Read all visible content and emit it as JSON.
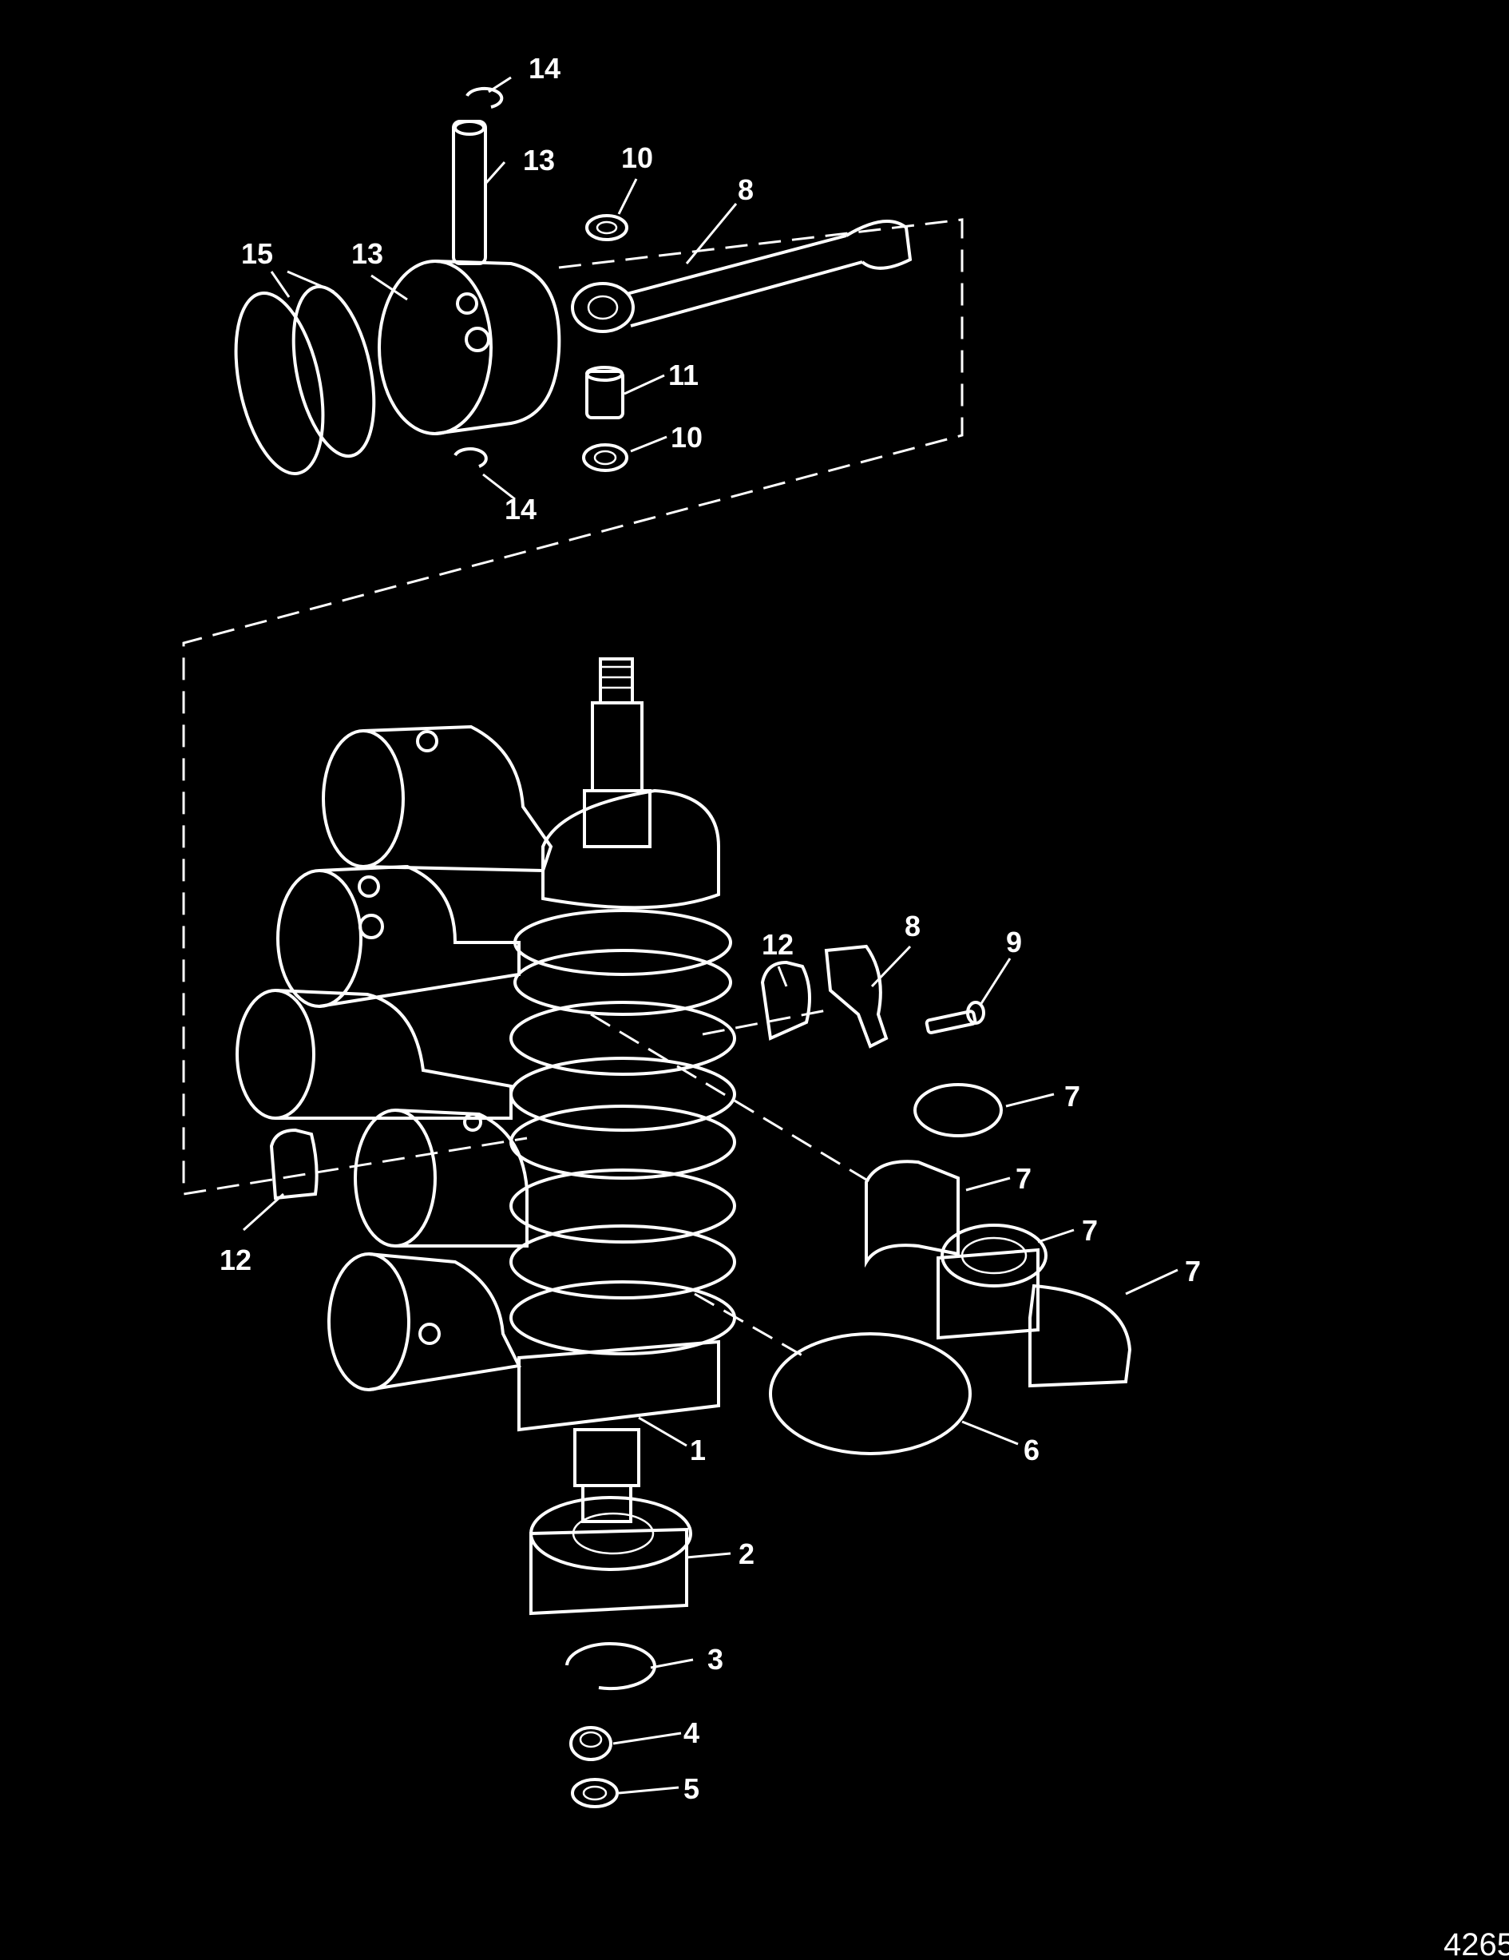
{
  "figure_number": "4265",
  "callouts": [
    {
      "id": "c14a",
      "text": "14"
    },
    {
      "id": "c13a",
      "text": "13"
    },
    {
      "id": "c10a",
      "text": "10"
    },
    {
      "id": "c8a",
      "text": "8"
    },
    {
      "id": "c15",
      "text": "15"
    },
    {
      "id": "c13b",
      "text": "13"
    },
    {
      "id": "c11",
      "text": "11"
    },
    {
      "id": "c10b",
      "text": "10"
    },
    {
      "id": "c14b",
      "text": "14"
    },
    {
      "id": "c12a",
      "text": "12"
    },
    {
      "id": "c8b",
      "text": "8"
    },
    {
      "id": "c9",
      "text": "9"
    },
    {
      "id": "c7a",
      "text": "7"
    },
    {
      "id": "c7b",
      "text": "7"
    },
    {
      "id": "c7c",
      "text": "7"
    },
    {
      "id": "c7d",
      "text": "7"
    },
    {
      "id": "c12b",
      "text": "12"
    },
    {
      "id": "c1",
      "text": "1"
    },
    {
      "id": "c6",
      "text": "6"
    },
    {
      "id": "c2",
      "text": "2"
    },
    {
      "id": "c3",
      "text": "3"
    },
    {
      "id": "c4",
      "text": "4"
    },
    {
      "id": "c5",
      "text": "5"
    }
  ]
}
